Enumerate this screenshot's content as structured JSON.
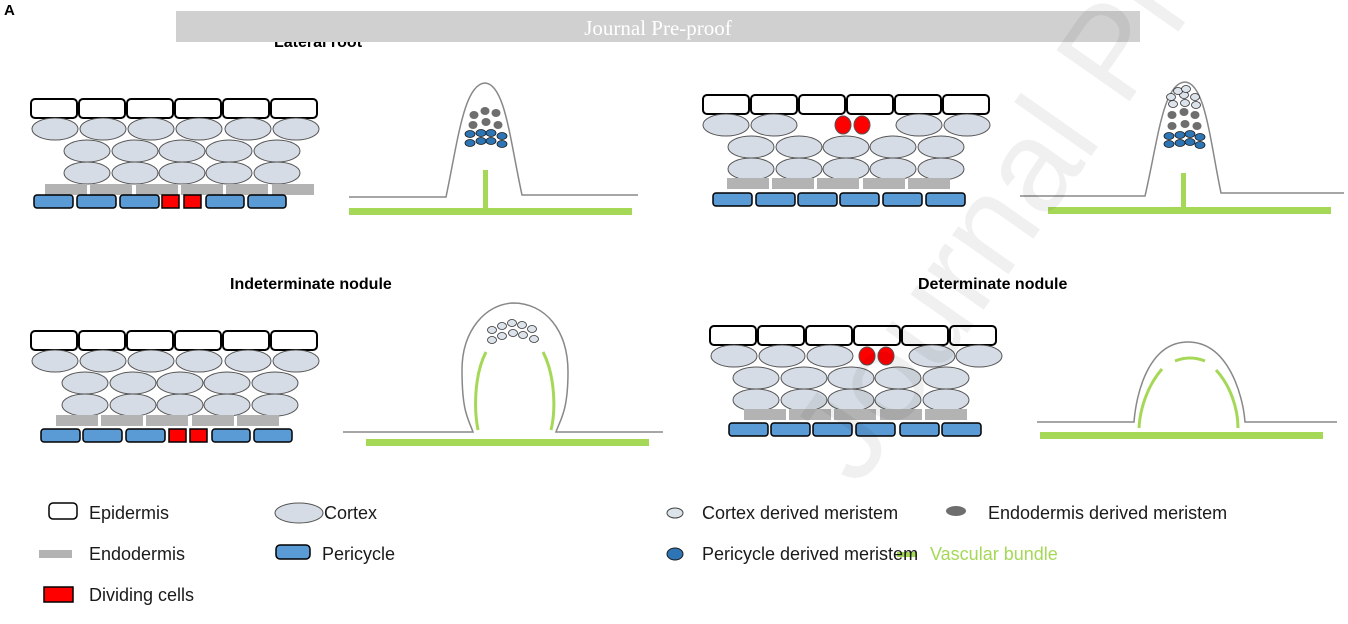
{
  "panel_letter": "A",
  "banner": {
    "text": "Journal Pre-proof"
  },
  "watermark": {
    "text": "Journal Pre-proof"
  },
  "sections": {
    "lateral_root": {
      "title": "Lateral root"
    },
    "indeterminate_nodule": {
      "title": "Indeterminate nodule"
    },
    "determinate_nodule": {
      "title": "Determinate nodule"
    }
  },
  "legend": {
    "epidermis": "Epidermis",
    "endodermis": "Endodermis",
    "dividing_cells": "Dividing cells",
    "cortex": "Cortex",
    "pericycle": "Pericycle",
    "cortex_meristem": "Cortex derived meristem",
    "pericycle_meristem": "Pericycle derived meristem",
    "endodermis_meristem": "Endodermis derived meristem",
    "vascular_bundle": "Vascular bundle"
  },
  "colors": {
    "epidermis_fill": "#ffffff",
    "cortex_fill": "#d6dce5",
    "endodermis_fill": "#b3b3b3",
    "pericycle_fill": "#5b9bd5",
    "dividing_fill": "#ff0000",
    "endo_meristem": "#6e6e6e",
    "peri_meristem": "#2e75b6",
    "cortex_meristem": "#dde3ea",
    "vascular": "#a6d858",
    "outline": "#888888",
    "banner": "#d0d0d0"
  }
}
